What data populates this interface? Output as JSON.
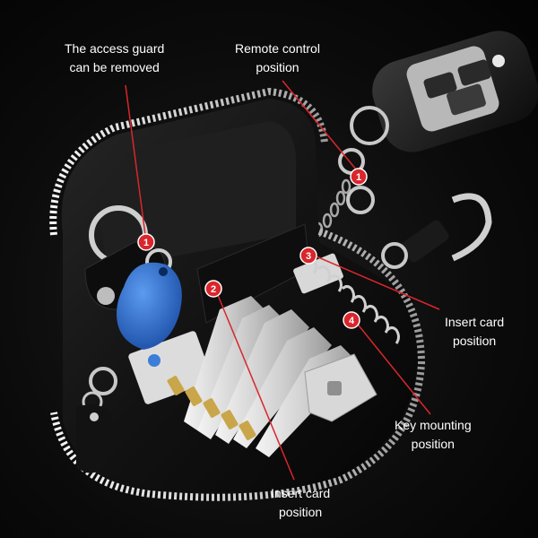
{
  "annotations": {
    "access_guard": {
      "line1": "The access guard",
      "line2": "can be removed"
    },
    "remote_control": {
      "line1": "Remote control",
      "line2": "position"
    },
    "insert_card_right": {
      "line1": "Insert card",
      "line2": "position"
    },
    "key_mounting": {
      "line1": "Key mounting",
      "line2": "position"
    },
    "insert_card_bottom": {
      "line1": "Insert card",
      "line2": "position"
    }
  },
  "markers": [
    {
      "id": "marker-1-guard",
      "number": "1"
    },
    {
      "id": "marker-1-remote",
      "number": "1"
    },
    {
      "id": "marker-2",
      "number": "2"
    },
    {
      "id": "marker-3",
      "number": "3"
    },
    {
      "id": "marker-4",
      "number": "4"
    }
  ],
  "colors": {
    "accent_red": "#d9262c",
    "leather": "#141414",
    "zipper": "#bdbdbd",
    "fob_blue": "#2a6fd6",
    "key_silver": "#d4d4d4",
    "key_gold": "#c9a64a"
  }
}
